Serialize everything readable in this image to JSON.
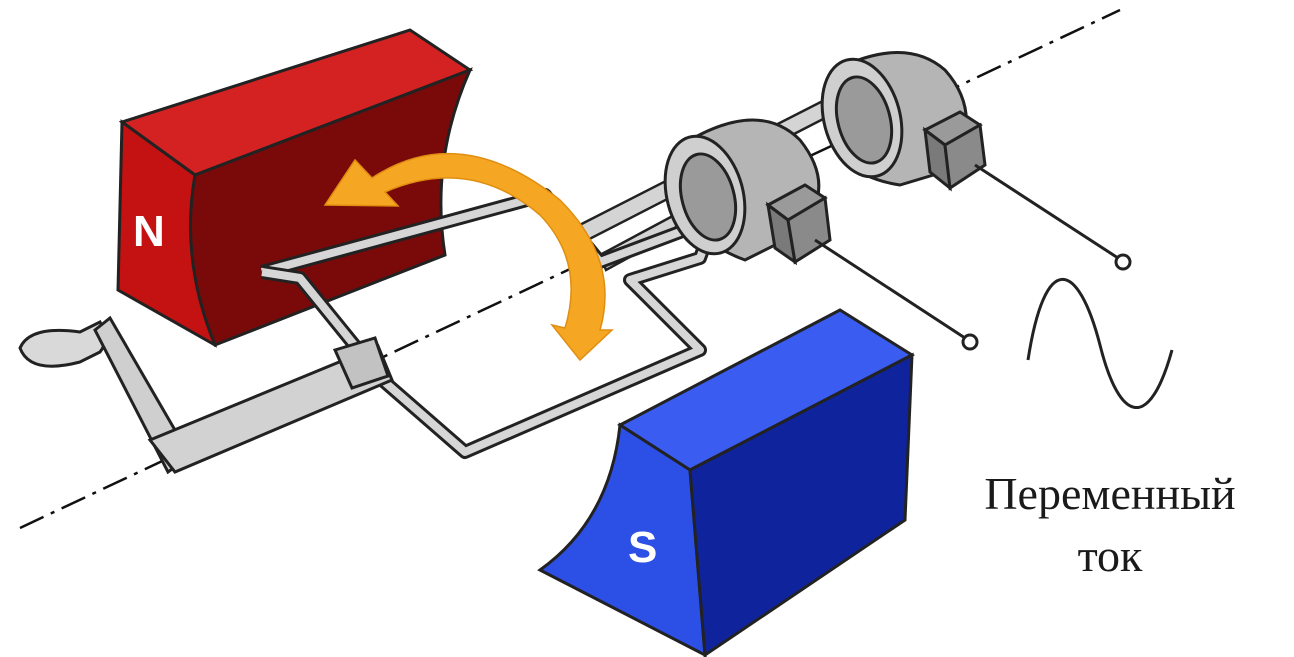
{
  "diagram": {
    "north_pole_label": "N",
    "south_pole_label": "S",
    "output_label_line1": "Переменный",
    "output_label_line2": "ток"
  },
  "colors": {
    "north_magnet": "#c81414",
    "north_magnet_dark": "#6e0000",
    "south_magnet": "#2c4fe6",
    "south_magnet_dark": "#0d1f9c",
    "rotation_arrow": "#f5a623",
    "metal": "#cfcfcf",
    "outline": "#222222"
  },
  "icons": {
    "rotation": "curved-arrow-icon",
    "output_signal": "sine-wave-icon"
  }
}
